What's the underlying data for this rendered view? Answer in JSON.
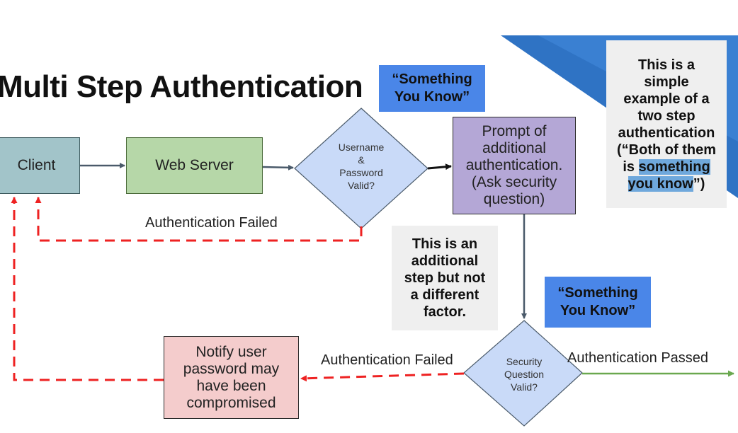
{
  "title": "Multi Step Authentication",
  "nodes": {
    "client": "Client",
    "web_server": "Web Server",
    "decision_credentials": [
      "Username",
      "&",
      "Password",
      "Valid?"
    ],
    "prompt": [
      "Prompt of",
      "additional",
      "authentication.",
      "(Ask security",
      "question)"
    ],
    "decision_security": [
      "Security",
      "Question",
      "Valid?"
    ],
    "notify": [
      "Notify user",
      "password may",
      "have been",
      "compromised"
    ]
  },
  "edge_labels": {
    "failed_top": "Authentication Failed",
    "failed_bottom": "Authentication Failed",
    "passed": "Authentication Passed"
  },
  "callouts": {
    "something_you_know_1": [
      "“Something",
      "You Know”"
    ],
    "something_you_know_2": [
      "“Something",
      "You Know”"
    ],
    "additional_step": [
      "This is an",
      "additional",
      "step but not",
      "a different",
      "factor."
    ],
    "example_note": {
      "lines": [
        "This is a",
        "simple",
        "example of a",
        "two step",
        "authentication",
        "(“Both of them"
      ],
      "line7_pre": "is ",
      "line7_hl": "something",
      "line8_hl": "you know",
      "line8_post": "”)"
    }
  },
  "colors": {
    "accent_blue": "#4a86e8",
    "failure_red": "#ee2222",
    "success_green": "#6aa84f",
    "arrow_slate": "#4a5a6a"
  }
}
